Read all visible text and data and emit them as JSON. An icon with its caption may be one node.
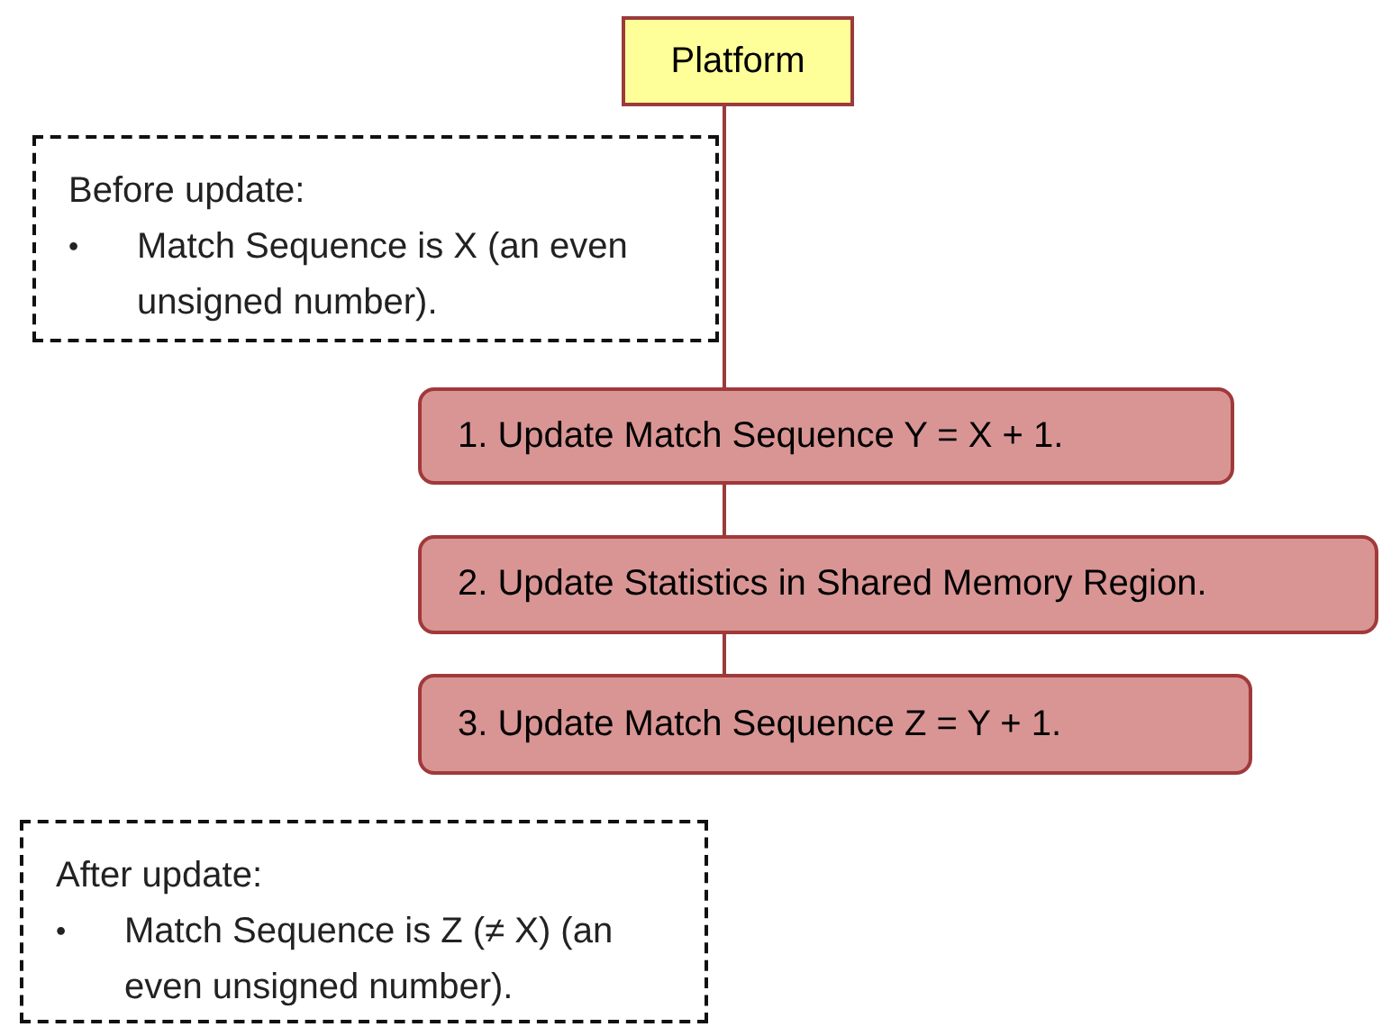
{
  "diagram": {
    "nodes": [
      {
        "text": [
          "Platform"
        ]
      },
      {
        "text": [
          "Before update:",
          "•",
          "Match Sequence is X (an even unsigned number)."
        ]
      },
      {
        "text": [
          "1. Update Match Sequence Y = X + 1."
        ]
      },
      {
        "text": [
          "2. Update Statistics in Shared Memory Region."
        ]
      },
      {
        "text": [
          "3. Update Match Sequence Z = Y + 1."
        ]
      },
      {
        "text": [
          "After update:",
          "•",
          "Match Sequence is Z (≠ X) (an even unsigned number)."
        ]
      }
    ],
    "edges": [
      {
        "from": 0,
        "to": 2,
        "arrow": "none"
      },
      {
        "from": 2,
        "to": 3,
        "arrow": "none"
      },
      {
        "from": 3,
        "to": 4,
        "arrow": "none"
      }
    ]
  }
}
